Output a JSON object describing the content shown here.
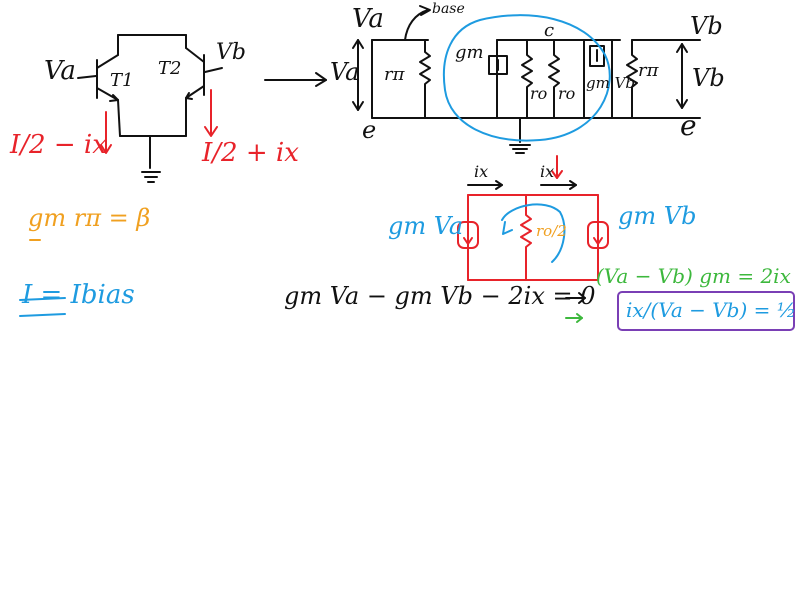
{
  "colors": {
    "ink": "#111111",
    "red": "#e8232a",
    "blue": "#1e9be0",
    "orange": "#f0a020",
    "green": "#3db83d",
    "purple": "#7a3fb5"
  },
  "labels": {
    "va_left": "Va",
    "t1": "T1",
    "t2": "T2",
    "vb_left": "Vb",
    "i_left": "I/2 − ix",
    "i_right": "I/2 + ix",
    "va_model": "Va",
    "va_model_side": "Va",
    "base": "base",
    "r_pi_left": "rπ",
    "e_left": "e",
    "gm_src_left": "gm",
    "c_label": "c",
    "ro_1": "ro",
    "ro_2": "ro",
    "gm_vb": "gm Vb",
    "r_pi_right": "rπ",
    "vb_model": "Vb",
    "vb_model_side": "Vb",
    "e_right": "e",
    "ix_1": "ix",
    "ix_2": "ix",
    "gm_va_circuit": "gm Va",
    "ro_half": "ro/2",
    "gm_vb_circuit": "gm Vb",
    "beta_eq": "gm rπ = β",
    "i_bias_eq": "I = Ibias",
    "kcl_eq": "gm Va − gm Vb − 2ix = 0",
    "green_eq": "(Va − Vb) gm = 2ix",
    "boxed_eq": "ix/(Va − Vb) = ½ gm"
  }
}
